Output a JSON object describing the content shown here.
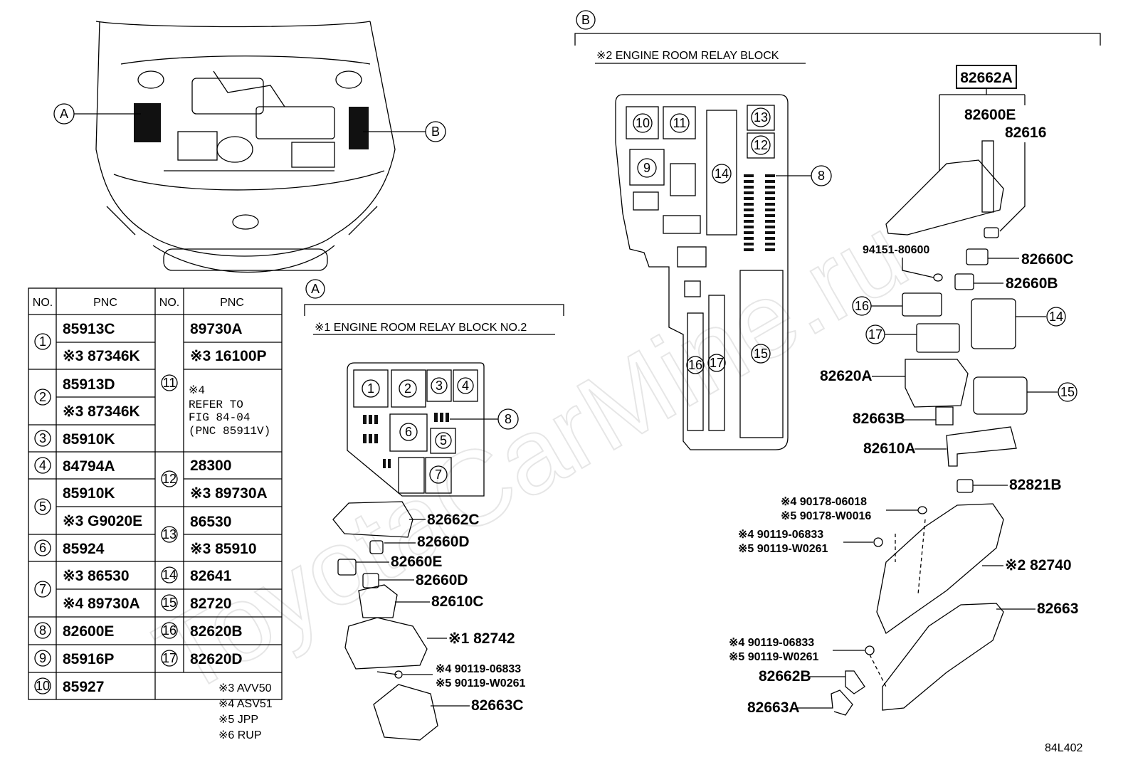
{
  "callouts": {
    "A": "A",
    "B": "B"
  },
  "figure_code": "84L402",
  "watermark": "ToyotaCarMine.ru",
  "section_a": {
    "title": "※1 ENGINE ROOM RELAY BLOCK NO.2"
  },
  "section_b": {
    "title": "※2 ENGINE ROOM RELAY BLOCK"
  },
  "table": {
    "headers": [
      "NO.",
      "PNC",
      "NO.",
      "PNC"
    ],
    "left": [
      {
        "no": "1",
        "pnc": [
          "85913C",
          "※3 87346K"
        ]
      },
      {
        "no": "2",
        "pnc": [
          "85913D",
          "※3 87346K"
        ]
      },
      {
        "no": "3",
        "pnc": [
          "85910K"
        ]
      },
      {
        "no": "4",
        "pnc": [
          "84794A"
        ]
      },
      {
        "no": "5",
        "pnc": [
          "85910K",
          "※3 G9020E"
        ]
      },
      {
        "no": "6",
        "pnc": [
          "85924"
        ]
      },
      {
        "no": "7",
        "pnc": [
          "※3 86530",
          "※4 89730A"
        ]
      },
      {
        "no": "8",
        "pnc": [
          "82600E"
        ]
      },
      {
        "no": "9",
        "pnc": [
          "85916P"
        ]
      },
      {
        "no": "10",
        "pnc": [
          "85927"
        ]
      }
    ],
    "right": [
      {
        "no": "11",
        "pnc": [
          "89730A",
          "※3 16100P"
        ],
        "note": [
          "※4",
          "REFER TO",
          "FIG 84-04",
          "(PNC 85911V)"
        ]
      },
      {
        "no": "12",
        "pnc": [
          "28300",
          "※3 89730A"
        ]
      },
      {
        "no": "13",
        "pnc": [
          "86530",
          "※3 85910"
        ]
      },
      {
        "no": "14",
        "pnc": [
          "82641"
        ]
      },
      {
        "no": "15",
        "pnc": [
          "82720"
        ]
      },
      {
        "no": "16",
        "pnc": [
          "82620B"
        ]
      },
      {
        "no": "17",
        "pnc": [
          "82620D"
        ]
      }
    ]
  },
  "footnotes": [
    "※3 AVV50",
    "※4 ASV51",
    "※5 JPP",
    "※6 RUP"
  ],
  "parts_a": {
    "relay_block_slots": [
      "1",
      "2",
      "3",
      "4",
      "5",
      "6",
      "7"
    ],
    "ref8": "8",
    "labels": [
      "82662C",
      "82660D",
      "82660E",
      "82660D",
      "82610C",
      "※1 82742",
      "※4 90119-06833",
      "※5 90119-W0261",
      "82663C"
    ]
  },
  "parts_b": {
    "relay_block_slots": [
      "9",
      "10",
      "11",
      "12",
      "13",
      "14",
      "15",
      "16",
      "17"
    ],
    "ref8": "8",
    "boxed_label": "82662A",
    "labels": [
      "82600E",
      "82616",
      "94151-80600",
      "82660C",
      "82660B",
      "82620A",
      "82663B",
      "82610A",
      "82821B",
      "※4 90178-06018",
      "※5 90178-W0016",
      "※4 90119-06833",
      "※5 90119-W0261",
      "※2 82740",
      "82663",
      "※4 90119-06833",
      "※5 90119-W0261",
      "82662B",
      "82663A"
    ],
    "item_refs": [
      "16",
      "17",
      "14",
      "15"
    ]
  }
}
